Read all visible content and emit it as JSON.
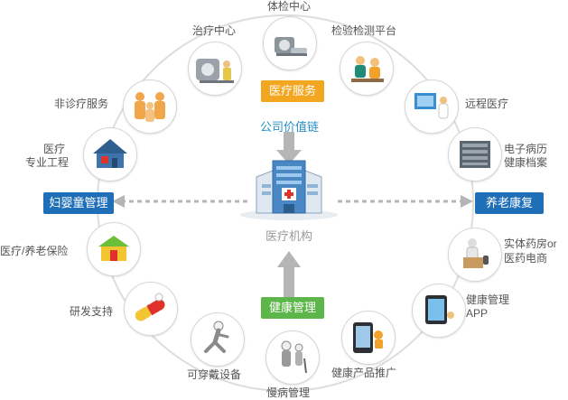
{
  "ring_nodes": {
    "tijian": "体检中心",
    "zhiliao": "治疗中心",
    "jianyan": "检验检测平台",
    "feizhenliao": "非诊疗服务",
    "yuancheng": "远程医疗",
    "zhuanye_1": "医疗",
    "zhuanye_2": "专业工程",
    "dianzi_1": "电子病历",
    "dianzi_2": "健康档案",
    "baoxian": "医疗/养老保险",
    "yaofang_1": "实体药房or",
    "yaofang_2": "医药电商",
    "yanfa": "研发支持",
    "app_1": "健康管理",
    "app_2": "APP",
    "chuandai": "可穿戴设备",
    "chanpin": "健康产品推广",
    "manbing": "慢病管理"
  },
  "tags": {
    "top": "医疗服务",
    "bottom": "健康管理",
    "left": "妇婴童管理",
    "right": "养老康复"
  },
  "center": {
    "chain_label": "公司价值链",
    "hospital_label": "医疗机构"
  },
  "colors": {
    "ring": "#dddddd",
    "orange": "#f3a721",
    "green": "#5db64a",
    "blue": "#1f6fb8",
    "arrow": "#b5b5b5",
    "chain_text": "#2790c9"
  }
}
